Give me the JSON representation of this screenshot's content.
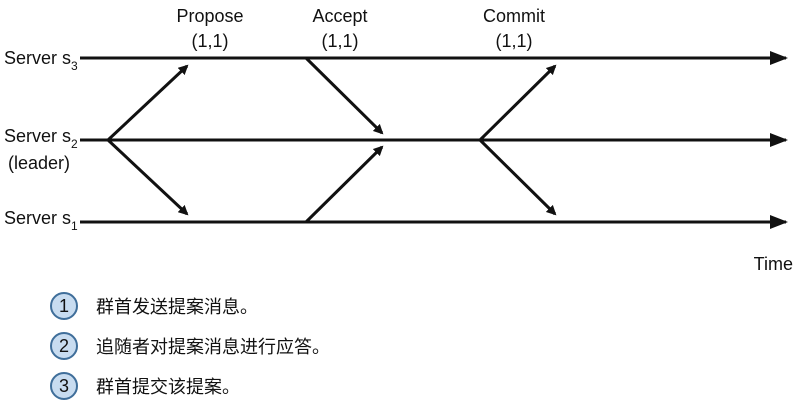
{
  "diagram": {
    "servers": [
      {
        "prefix": "Server s",
        "sub": "3",
        "note": ""
      },
      {
        "prefix": "Server s",
        "sub": "2",
        "note": "(leader)"
      },
      {
        "prefix": "Server s",
        "sub": "1",
        "note": ""
      }
    ],
    "phases": [
      {
        "name": "Propose",
        "value": "(1,1)"
      },
      {
        "name": "Accept",
        "value": "(1,1)"
      },
      {
        "name": "Commit",
        "value": "(1,1)"
      }
    ],
    "time_label": "Time"
  },
  "legend": [
    {
      "number": "1",
      "text": "群首发送提案消息。"
    },
    {
      "number": "2",
      "text": "追随者对提案消息进行应答。"
    },
    {
      "number": "3",
      "text": "群首提交该提案。"
    }
  ]
}
